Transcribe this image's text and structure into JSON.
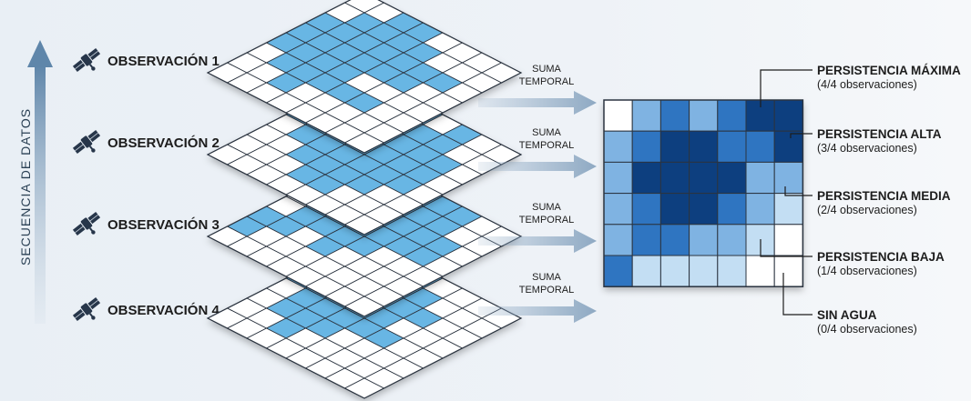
{
  "axis": {
    "label": "SECUENCIA DE DATOS"
  },
  "observations": [
    {
      "label": "OBSERVACIÓN 1",
      "icon": "satellite-icon",
      "cells": [
        [
          0,
          0,
          1,
          1,
          0,
          0,
          0,
          0
        ],
        [
          0,
          1,
          1,
          1,
          1,
          0,
          0,
          0
        ],
        [
          1,
          1,
          1,
          1,
          1,
          1,
          1,
          0
        ],
        [
          1,
          1,
          1,
          1,
          1,
          1,
          0,
          0
        ],
        [
          1,
          1,
          1,
          1,
          0,
          0,
          0,
          0
        ],
        [
          0,
          1,
          1,
          1,
          1,
          1,
          0,
          0
        ],
        [
          0,
          0,
          1,
          0,
          0,
          0,
          0,
          0
        ],
        [
          0,
          0,
          0,
          0,
          0,
          0,
          0,
          0
        ]
      ]
    },
    {
      "label": "OBSERVACIÓN 2",
      "icon": "satellite-icon",
      "cells": [
        [
          0,
          1,
          1,
          1,
          0,
          1,
          0,
          0
        ],
        [
          0,
          1,
          1,
          1,
          1,
          1,
          0,
          0
        ],
        [
          1,
          1,
          1,
          1,
          1,
          1,
          1,
          0
        ],
        [
          1,
          1,
          1,
          1,
          1,
          1,
          1,
          0
        ],
        [
          0,
          1,
          1,
          1,
          1,
          1,
          1,
          0
        ],
        [
          0,
          0,
          1,
          1,
          1,
          1,
          0,
          0
        ],
        [
          0,
          0,
          0,
          1,
          1,
          0,
          0,
          0
        ],
        [
          0,
          0,
          0,
          0,
          0,
          0,
          0,
          0
        ]
      ]
    },
    {
      "label": "OBSERVACIÓN 3",
      "icon": "satellite-icon",
      "cells": [
        [
          0,
          0,
          1,
          1,
          1,
          1,
          0,
          0
        ],
        [
          1,
          1,
          1,
          1,
          1,
          1,
          0,
          0
        ],
        [
          1,
          1,
          1,
          1,
          1,
          1,
          1,
          0
        ],
        [
          0,
          1,
          1,
          1,
          1,
          1,
          1,
          0
        ],
        [
          0,
          1,
          1,
          1,
          1,
          0,
          0,
          0
        ],
        [
          1,
          1,
          0,
          1,
          0,
          0,
          0,
          0
        ],
        [
          1,
          0,
          0,
          0,
          0,
          0,
          0,
          0
        ],
        [
          0,
          0,
          0,
          0,
          0,
          0,
          0,
          0
        ]
      ]
    },
    {
      "label": "OBSERVACIÓN 4",
      "icon": "satellite-icon",
      "cells": [
        [
          0,
          0,
          1,
          1,
          0,
          0,
          0,
          0
        ],
        [
          0,
          1,
          1,
          1,
          1,
          0,
          0,
          0
        ],
        [
          1,
          1,
          0,
          1,
          1,
          1,
          0,
          0
        ],
        [
          1,
          1,
          1,
          1,
          1,
          0,
          0,
          0
        ],
        [
          0,
          1,
          1,
          1,
          1,
          1,
          0,
          0
        ],
        [
          0,
          1,
          1,
          1,
          0,
          0,
          0,
          0
        ],
        [
          0,
          0,
          1,
          0,
          0,
          0,
          0,
          0
        ],
        [
          0,
          0,
          0,
          0,
          0,
          0,
          0,
          0
        ]
      ]
    }
  ],
  "arrows": [
    {
      "label_line1": "SUMA",
      "label_line2": "TEMPORAL"
    },
    {
      "label_line1": "SUMA",
      "label_line2": "TEMPORAL"
    },
    {
      "label_line1": "SUMA",
      "label_line2": "TEMPORAL"
    },
    {
      "label_line1": "SUMA",
      "label_line2": "TEMPORAL"
    }
  ],
  "result_grid": [
    [
      0,
      2,
      3,
      2,
      3,
      4,
      4
    ],
    [
      2,
      3,
      4,
      4,
      3,
      3,
      4
    ],
    [
      2,
      4,
      4,
      4,
      4,
      2,
      2
    ],
    [
      2,
      3,
      4,
      4,
      3,
      2,
      1
    ],
    [
      2,
      3,
      3,
      2,
      2,
      1,
      0
    ],
    [
      3,
      1,
      1,
      1,
      1,
      0,
      0
    ]
  ],
  "colors": {
    "level0": "#ffffff",
    "level1": "#c3def3",
    "level2": "#7fb3e2",
    "level3": "#2f75c1",
    "level4": "#0d3f7f",
    "layer_fill": "#68b6e4",
    "arrow": "#8ea9c3",
    "grid_line": "#2b3440",
    "label": "#1d1d1d"
  },
  "legend": [
    {
      "title": "PERSISTENCIA MÁXIMA",
      "subtitle": "(4/4 observaciones)"
    },
    {
      "title": "PERSISTENCIA ALTA",
      "subtitle": "(3/4 observaciones)"
    },
    {
      "title": "PERSISTENCIA MEDIA",
      "subtitle": "(2/4 observaciones)"
    },
    {
      "title": "PERSISTENCIA BAJA",
      "subtitle": "(1/4 observaciones)"
    },
    {
      "title": "SIN AGUA",
      "subtitle": "(0/4 observaciones)"
    }
  ]
}
